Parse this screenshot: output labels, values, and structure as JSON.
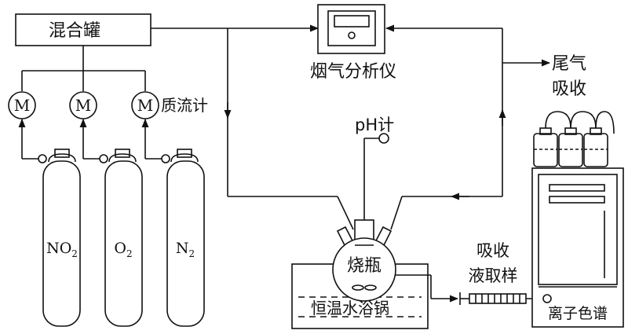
{
  "labels": {
    "mixing_tank": "混合罐",
    "flue_gas_analyzer": "烟气分析仪",
    "mass_flow_meter": "质流计",
    "ph_meter": "pH计",
    "tail_gas": [
      "尾气",
      "吸收"
    ],
    "flask": "烧瓶",
    "water_bath": "恒温水浴锅",
    "sampling": [
      "吸收",
      "液取样"
    ],
    "ion_chromatography": "离子色谱",
    "meter_symbol": "M"
  },
  "cylinders": [
    {
      "label": "NO",
      "sub": "2"
    },
    {
      "label": "O",
      "sub": "2"
    },
    {
      "label": "N",
      "sub": "2"
    }
  ],
  "colors": {
    "stroke": "#111111",
    "background": "#ffffff"
  }
}
